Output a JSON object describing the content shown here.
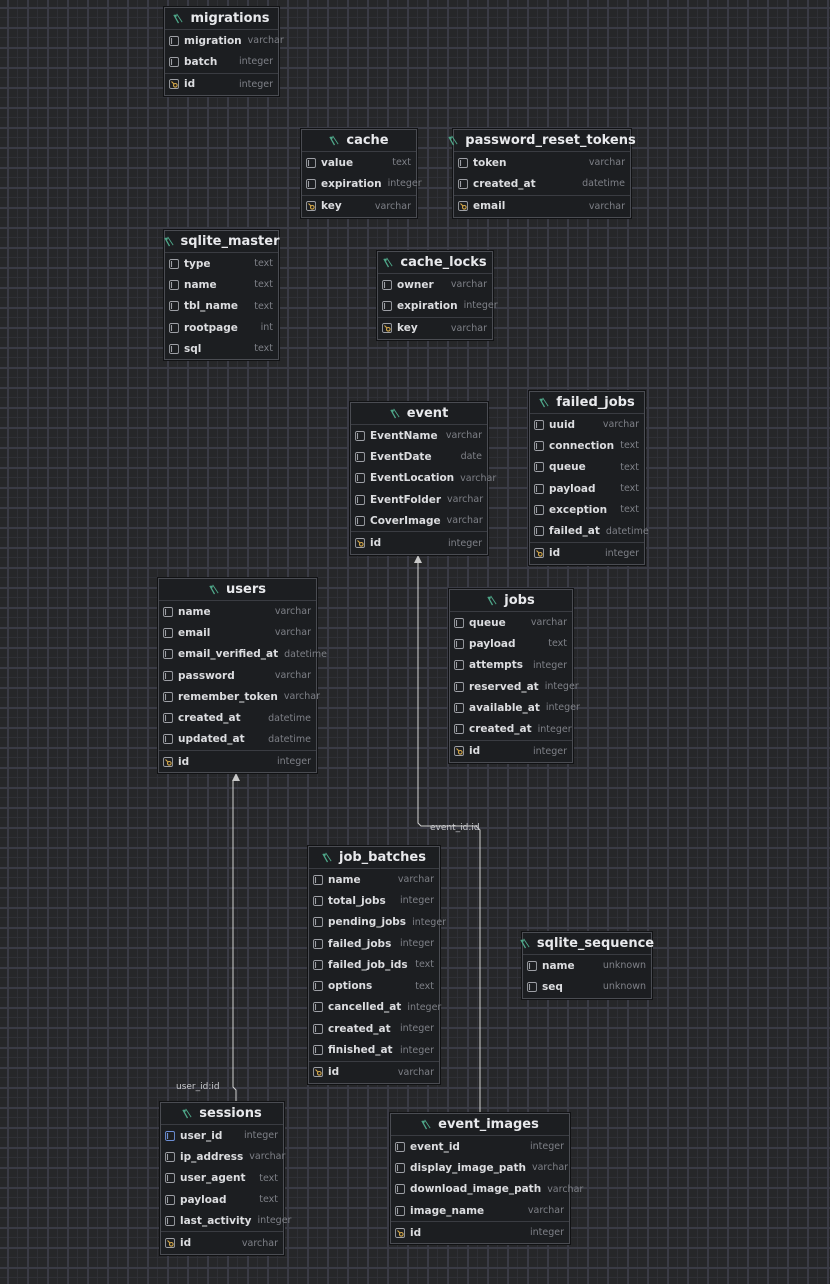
{
  "tables": [
    {
      "id": "migrations",
      "name": "migrations",
      "columns": [
        {
          "name": "migration",
          "type": "varchar",
          "icon": "column"
        },
        {
          "name": "batch",
          "type": "integer",
          "icon": "column"
        },
        {
          "name": "id",
          "type": "integer",
          "icon": "key"
        }
      ]
    },
    {
      "id": "cache",
      "name": "cache",
      "columns": [
        {
          "name": "value",
          "type": "text",
          "icon": "column"
        },
        {
          "name": "expiration",
          "type": "integer",
          "icon": "column"
        },
        {
          "name": "key",
          "type": "varchar",
          "icon": "key"
        }
      ]
    },
    {
      "id": "password_reset_tokens",
      "name": "password_reset_tokens",
      "columns": [
        {
          "name": "token",
          "type": "varchar",
          "icon": "column"
        },
        {
          "name": "created_at",
          "type": "datetime",
          "icon": "column"
        },
        {
          "name": "email",
          "type": "varchar",
          "icon": "key"
        }
      ]
    },
    {
      "id": "sqlite_master",
      "name": "sqlite_master",
      "columns": [
        {
          "name": "type",
          "type": "text",
          "icon": "column"
        },
        {
          "name": "name",
          "type": "text",
          "icon": "column"
        },
        {
          "name": "tbl_name",
          "type": "text",
          "icon": "column"
        },
        {
          "name": "rootpage",
          "type": "int",
          "icon": "column"
        },
        {
          "name": "sql",
          "type": "text",
          "icon": "column"
        }
      ]
    },
    {
      "id": "cache_locks",
      "name": "cache_locks",
      "columns": [
        {
          "name": "owner",
          "type": "varchar",
          "icon": "column"
        },
        {
          "name": "expiration",
          "type": "integer",
          "icon": "column"
        },
        {
          "name": "key",
          "type": "varchar",
          "icon": "key"
        }
      ]
    },
    {
      "id": "event",
      "name": "event",
      "columns": [
        {
          "name": "EventName",
          "type": "varchar",
          "icon": "column"
        },
        {
          "name": "EventDate",
          "type": "date",
          "icon": "column"
        },
        {
          "name": "EventLocation",
          "type": "varchar",
          "icon": "column"
        },
        {
          "name": "EventFolder",
          "type": "varchar",
          "icon": "column"
        },
        {
          "name": "CoverImage",
          "type": "varchar",
          "icon": "column"
        },
        {
          "name": "id",
          "type": "integer",
          "icon": "key"
        }
      ]
    },
    {
      "id": "failed_jobs",
      "name": "failed_jobs",
      "columns": [
        {
          "name": "uuid",
          "type": "varchar",
          "icon": "column"
        },
        {
          "name": "connection",
          "type": "text",
          "icon": "column"
        },
        {
          "name": "queue",
          "type": "text",
          "icon": "column"
        },
        {
          "name": "payload",
          "type": "text",
          "icon": "column"
        },
        {
          "name": "exception",
          "type": "text",
          "icon": "column"
        },
        {
          "name": "failed_at",
          "type": "datetime",
          "icon": "column"
        },
        {
          "name": "id",
          "type": "integer",
          "icon": "key"
        }
      ]
    },
    {
      "id": "users",
      "name": "users",
      "columns": [
        {
          "name": "name",
          "type": "varchar",
          "icon": "column"
        },
        {
          "name": "email",
          "type": "varchar",
          "icon": "column"
        },
        {
          "name": "email_verified_at",
          "type": "datetime",
          "icon": "column"
        },
        {
          "name": "password",
          "type": "varchar",
          "icon": "column"
        },
        {
          "name": "remember_token",
          "type": "varchar",
          "icon": "column"
        },
        {
          "name": "created_at",
          "type": "datetime",
          "icon": "column"
        },
        {
          "name": "updated_at",
          "type": "datetime",
          "icon": "column"
        },
        {
          "name": "id",
          "type": "integer",
          "icon": "key"
        }
      ]
    },
    {
      "id": "jobs",
      "name": "jobs",
      "columns": [
        {
          "name": "queue",
          "type": "varchar",
          "icon": "column"
        },
        {
          "name": "payload",
          "type": "text",
          "icon": "column"
        },
        {
          "name": "attempts",
          "type": "integer",
          "icon": "column"
        },
        {
          "name": "reserved_at",
          "type": "integer",
          "icon": "column"
        },
        {
          "name": "available_at",
          "type": "integer",
          "icon": "column"
        },
        {
          "name": "created_at",
          "type": "integer",
          "icon": "column"
        },
        {
          "name": "id",
          "type": "integer",
          "icon": "key"
        }
      ]
    },
    {
      "id": "job_batches",
      "name": "job_batches",
      "columns": [
        {
          "name": "name",
          "type": "varchar",
          "icon": "column"
        },
        {
          "name": "total_jobs",
          "type": "integer",
          "icon": "column"
        },
        {
          "name": "pending_jobs",
          "type": "integer",
          "icon": "column"
        },
        {
          "name": "failed_jobs",
          "type": "integer",
          "icon": "column"
        },
        {
          "name": "failed_job_ids",
          "type": "text",
          "icon": "column"
        },
        {
          "name": "options",
          "type": "text",
          "icon": "column"
        },
        {
          "name": "cancelled_at",
          "type": "integer",
          "icon": "column"
        },
        {
          "name": "created_at",
          "type": "integer",
          "icon": "column"
        },
        {
          "name": "finished_at",
          "type": "integer",
          "icon": "column"
        },
        {
          "name": "id",
          "type": "varchar",
          "icon": "key"
        }
      ]
    },
    {
      "id": "sqlite_sequence",
      "name": "sqlite_sequence",
      "columns": [
        {
          "name": "name",
          "type": "unknown",
          "icon": "column"
        },
        {
          "name": "seq",
          "type": "unknown",
          "icon": "column"
        }
      ]
    },
    {
      "id": "sessions",
      "name": "sessions",
      "columns": [
        {
          "name": "user_id",
          "type": "integer",
          "icon": "fk"
        },
        {
          "name": "ip_address",
          "type": "varchar",
          "icon": "column"
        },
        {
          "name": "user_agent",
          "type": "text",
          "icon": "column"
        },
        {
          "name": "payload",
          "type": "text",
          "icon": "column"
        },
        {
          "name": "last_activity",
          "type": "integer",
          "icon": "column"
        },
        {
          "name": "id",
          "type": "varchar",
          "icon": "key"
        }
      ]
    },
    {
      "id": "event_images",
      "name": "event_images",
      "columns": [
        {
          "name": "event_id",
          "type": "integer",
          "icon": "column"
        },
        {
          "name": "display_image_path",
          "type": "varchar",
          "icon": "column"
        },
        {
          "name": "download_image_path",
          "type": "varchar",
          "icon": "column"
        },
        {
          "name": "image_name",
          "type": "varchar",
          "icon": "column"
        },
        {
          "name": "id",
          "type": "integer",
          "icon": "key"
        }
      ]
    }
  ],
  "relations": [
    {
      "from": "sessions",
      "to": "users",
      "label": "user_id:id"
    },
    {
      "from": "event_images",
      "to": "event",
      "label": "event_id:id"
    }
  ],
  "colors": {
    "background": "#262729",
    "table_bg": "#1c1e21",
    "link": "#d0d0d0",
    "table_icon": "#4fa88a",
    "key_icon": "#d6a94a"
  }
}
